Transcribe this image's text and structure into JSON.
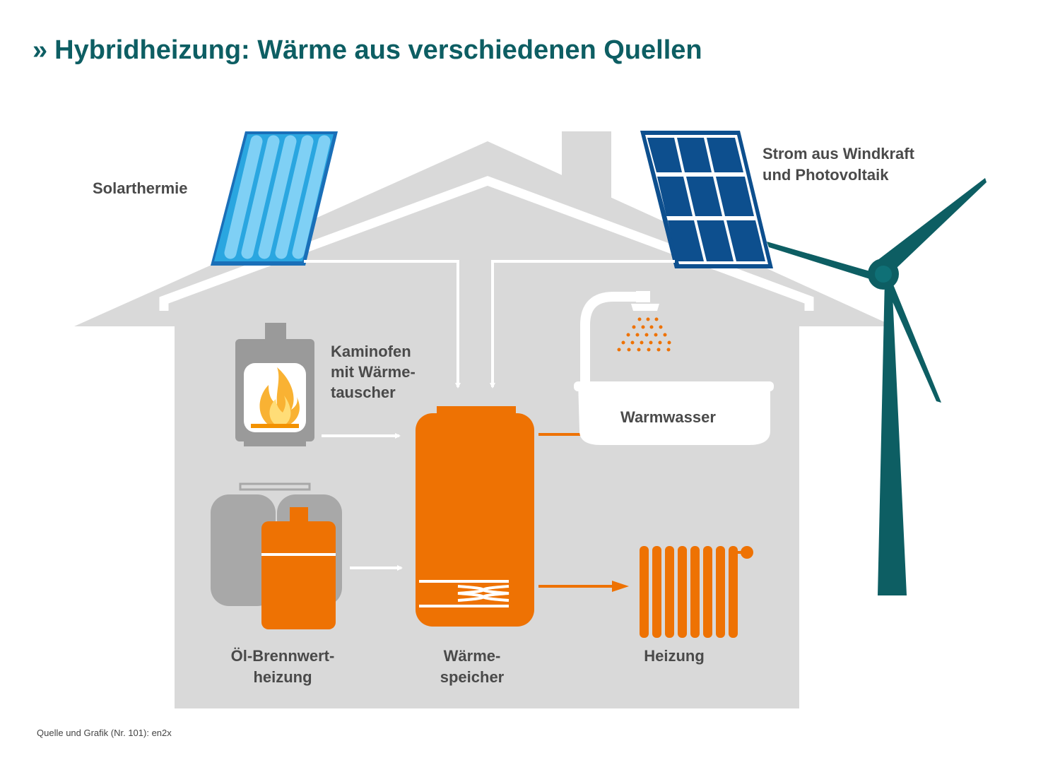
{
  "title": {
    "chevron": "»",
    "text": "Hybridheizung: Wärme aus verschiedenen Quellen"
  },
  "labels": {
    "solarthermie": "Solarthermie",
    "strom": [
      "Strom aus Windkraft",
      "und Photovoltaik"
    ],
    "kaminofen": [
      "Kaminofen",
      "mit Wärme-",
      "tauscher"
    ],
    "warmwasser": "Warmwasser",
    "oel": [
      "Öl-Brennwert-",
      "heizung"
    ],
    "speicher": [
      "Wärme-",
      "speicher"
    ],
    "heizung": "Heizung"
  },
  "source": "Quelle und Grafik (Nr. 101): en2x",
  "icons": [
    "solar-thermal-panel-icon",
    "photovoltaic-panel-icon",
    "wind-turbine-icon",
    "fireplace-stove-icon",
    "oil-tank-icon",
    "oil-condensing-boiler-icon",
    "heat-storage-tank-icon",
    "shower-bathtub-icon",
    "radiator-icon"
  ],
  "colors": {
    "title": "#0d5e63",
    "house": "#d9d9d9",
    "accent": "#ee7203",
    "turbine": "#0d5e63",
    "solar_thermal": "#2aa6e0",
    "photovoltaic": "#0d4f8e",
    "label": "#4a4a4a"
  }
}
